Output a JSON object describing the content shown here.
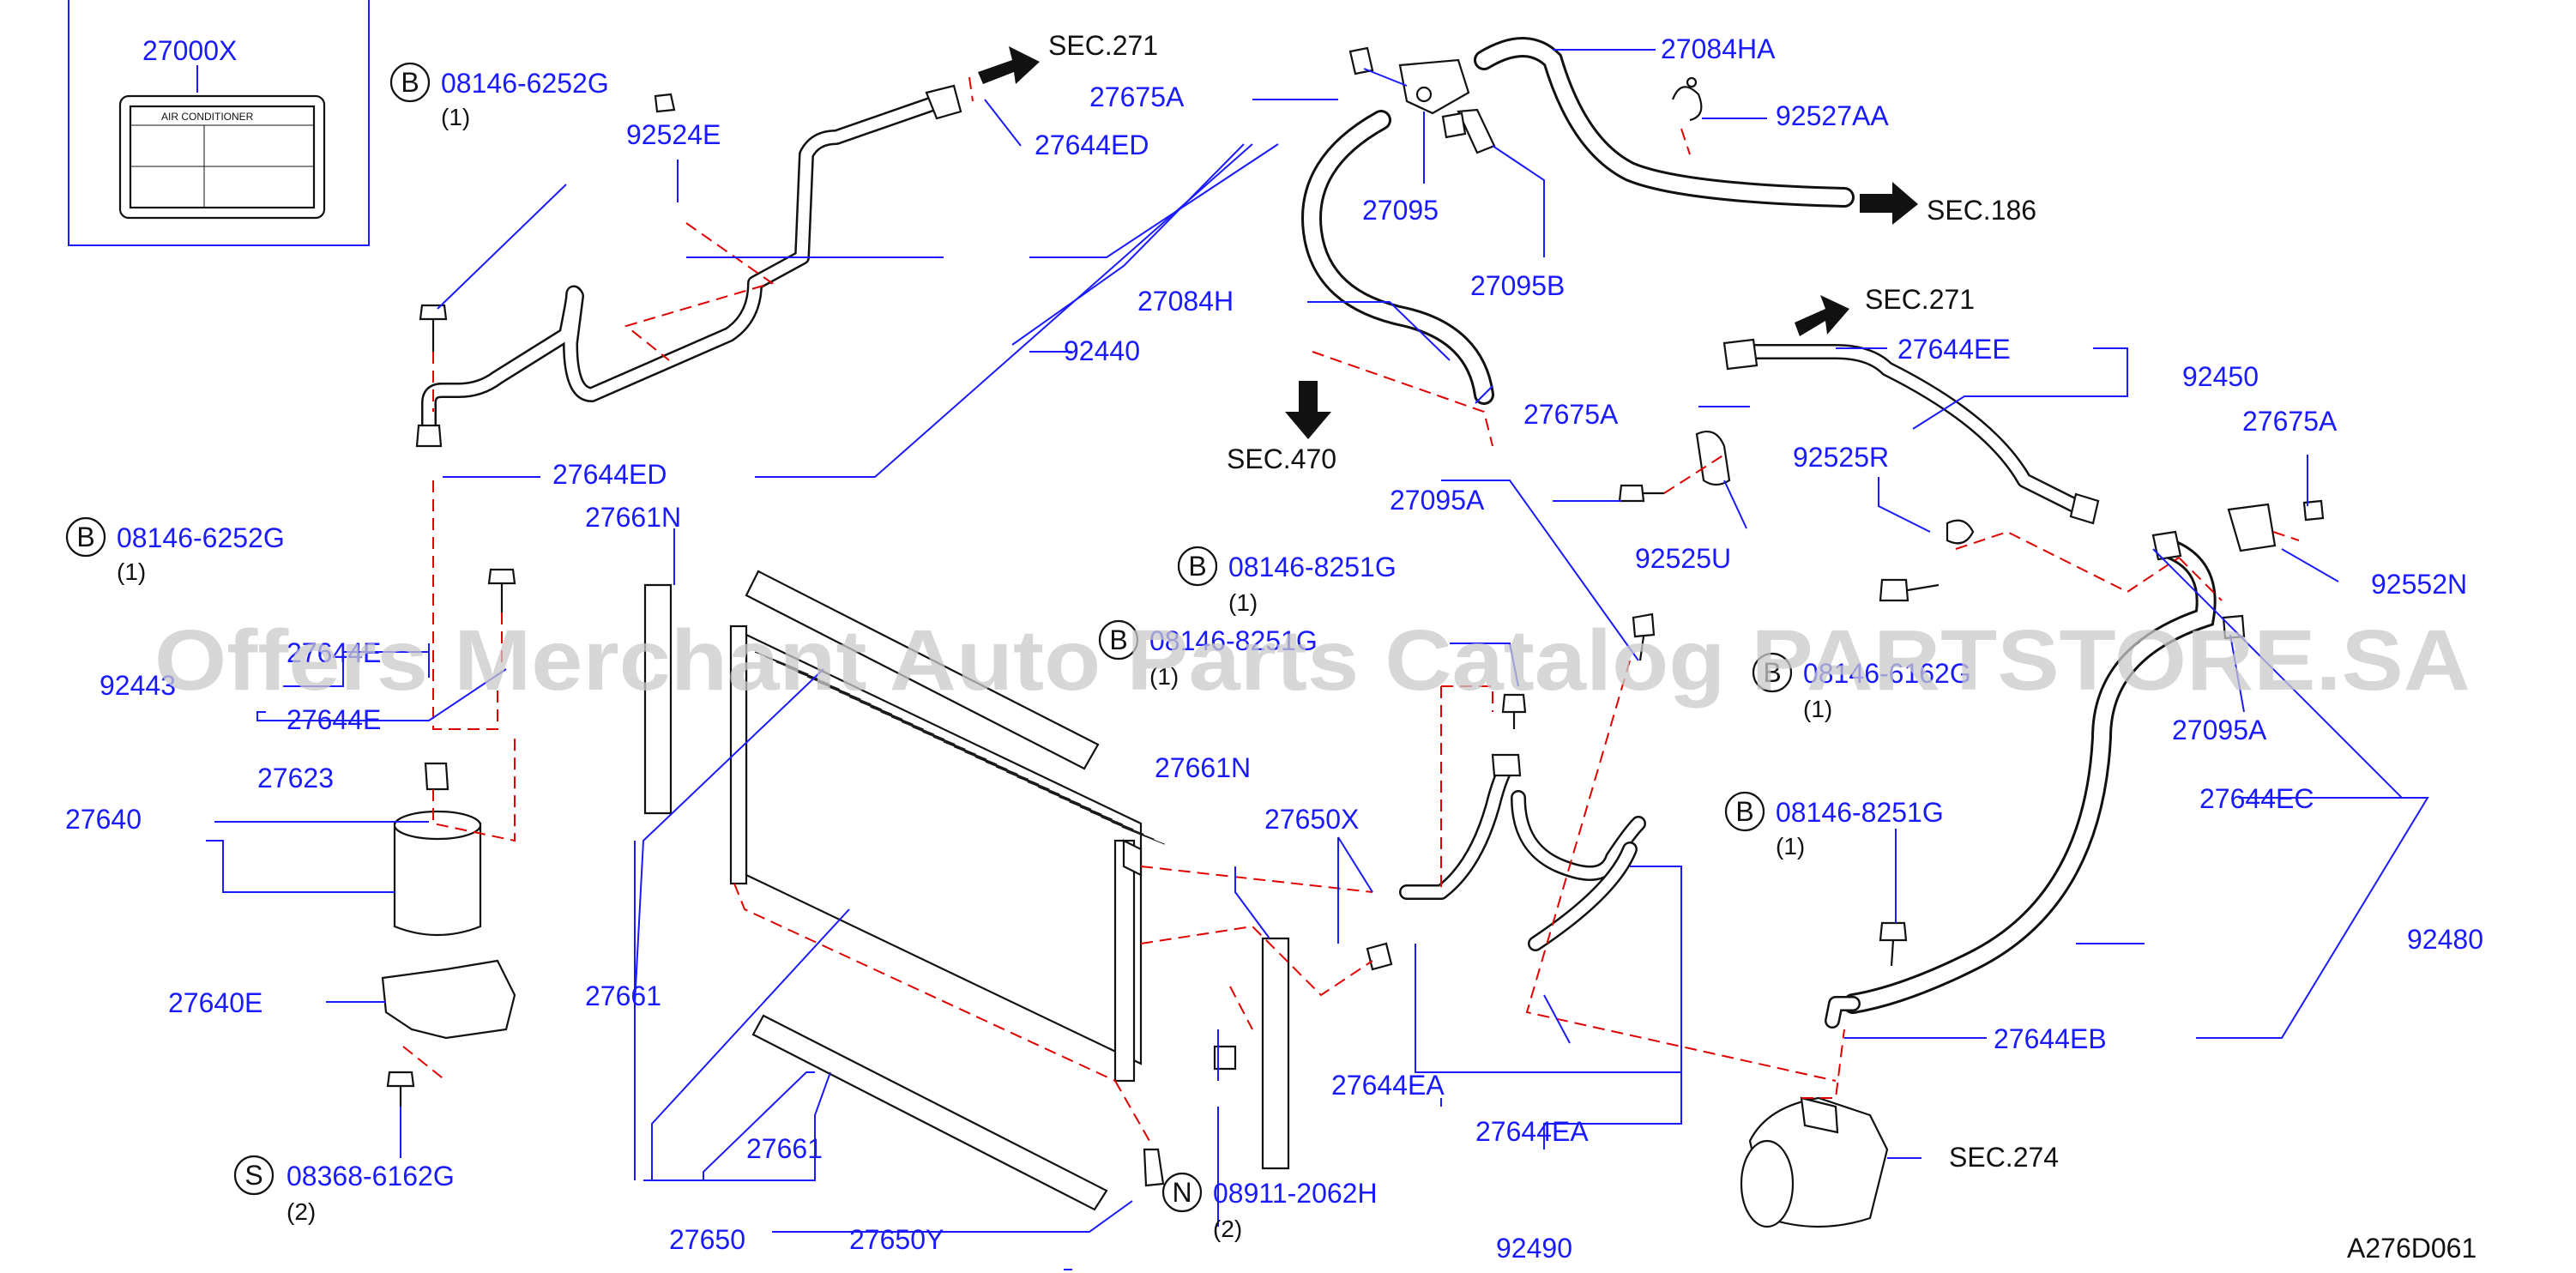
{
  "labels": {
    "p27000X": "27000X",
    "plate_text": "AIR    CONDITIONER",
    "p92524E": "92524E",
    "p27644ED_a": "27644ED",
    "p27644ED_b": "27644ED",
    "p92440": "92440",
    "p27675A_a": "27675A",
    "p27084HA": "27084HA",
    "p92527AA": "92527AA",
    "p27095": "27095",
    "p27095B": "27095B",
    "p27084H": "27084H",
    "p27675A_b": "27675A",
    "p27095A_a": "27095A",
    "p27644EE": "27644EE",
    "p92450": "92450",
    "p27675A_c": "27675A",
    "p92525R": "92525R",
    "p92525U": "92525U",
    "p92552N": "92552N",
    "p27095A_b": "27095A",
    "p27644EC": "27644EC",
    "p27661N_a": "27661N",
    "p27644E_a": "27644E",
    "p92443": "92443",
    "p27644E_b": "27644E",
    "p27623": "27623",
    "p27640": "27640",
    "p27640E": "27640E",
    "p27661_a": "27661",
    "p27661_b": "27661",
    "p27650": "27650",
    "p27650Y": "27650Y",
    "p27661N_b": "27661N",
    "p27650X": "27650X",
    "p27644EA_a": "27644EA",
    "p27644EA_b": "27644EA",
    "p92490": "92490",
    "p92480": "92480",
    "p27644EB": "27644EB"
  },
  "bolts": {
    "b1": {
      "circle": "B",
      "code": "08146-6252G",
      "qty": "(1)"
    },
    "b2": {
      "circle": "B",
      "code": "08146-6252G",
      "qty": "(1)"
    },
    "b3": {
      "circle": "B",
      "code": "08146-8251G",
      "qty": "(1)"
    },
    "b4": {
      "circle": "B",
      "code": "08146-8251G",
      "qty": "(1)"
    },
    "b5": {
      "circle": "B",
      "code": "08146-6162G",
      "qty": "(1)"
    },
    "b6": {
      "circle": "B",
      "code": "08146-8251G",
      "qty": "(1)"
    },
    "s1": {
      "circle": "S",
      "code": "08368-6162G",
      "qty": "(2)"
    },
    "n1": {
      "circle": "N",
      "code": "08911-2062H",
      "qty": "(2)"
    }
  },
  "sections": {
    "sec271_a": "SEC.271",
    "sec186": "SEC.186",
    "sec470": "SEC.470",
    "sec271_b": "SEC.271",
    "sec274": "SEC.274"
  },
  "diagram_code": "A276D061",
  "watermark": "Offers Merchant Auto Parts Catalog PARTSTORE.SA",
  "colors": {
    "label": "#1a1aff",
    "leader": "#1a1aff",
    "dashed": "#e00000",
    "outline": "#111111"
  }
}
